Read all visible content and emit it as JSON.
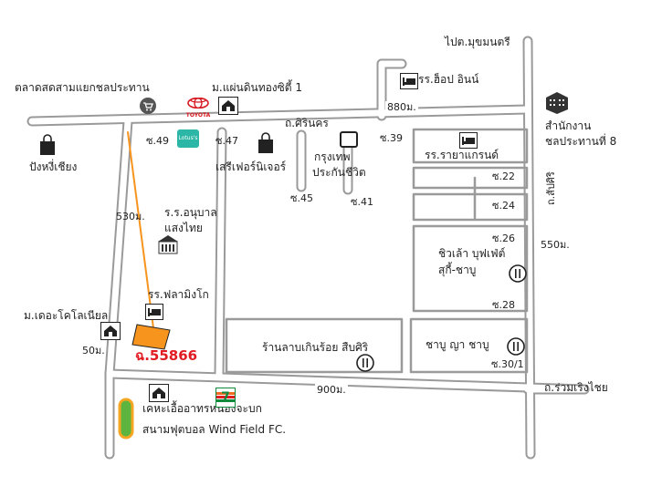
{
  "labels": {
    "to_mukdahan": "ไปต.มุขมนตรี",
    "market": "ตลาดสดสามแยกชลประทาน",
    "village_paendin": "ม.แผ่นดินทองซิตี้ 1",
    "hotel_top": "รร.ฮ็อป อินน์",
    "dist_880": "880ม.",
    "soi_sirinakhon": "ถ.ศิรินคร",
    "office_name": "สำนักงาน",
    "office_name2": "ชลประทานที่ 8",
    "soi_49": "ซ.49",
    "soi_47": "ซ.47",
    "soi_39": "ซ.39",
    "hotel_raya": "รร.รายาแกรนด์",
    "bakery": "ปังหงี่เชียง",
    "furniture": "เสรีเฟอร์นิเจอร์",
    "krungthep_life": "กรุงเทพ",
    "krungthep_life2": "ประกันชีวิต",
    "soi_22": "ซ.22",
    "soi_24": "ซ.24",
    "soi_45": "ซ.45",
    "soi_41": "ซ.41",
    "road_sapsiri": "ถ.สัปศิริ",
    "dist_530": "530ม.",
    "kindergarten": "ร.ร.อนุบาล",
    "kindergarten2": "แสงไทย",
    "soi_26": "ซ.26",
    "dist_550": "550ม.",
    "buffet": "ชิวเล้า บุฟเฟ่ต์",
    "buffet2": "สุกี้-ชาบู",
    "hotel_flamingo": "รร.ฟลามิงโก",
    "soi_28": "ซ.28",
    "village_colonial": "ม.เดอะโคโลเนียล",
    "restaurant_lab": "ร้านลาบเกินร้อย สืบศิริ",
    "shabu": "ชาบู ญา ชาบู",
    "dist_50": "50ม.",
    "plot_code": "ฉ.55866",
    "soi_30_1": "ซ.30/1",
    "dist_900": "900ม.",
    "road_ruamruengchai": "ถ.ร่วมเริงไชย",
    "apartment": "เคหะเอื้ออาทรหนองจะบก",
    "football": "สนามฟุตบอล Wind Field FC.",
    "toyota_text": "TOYOTA",
    "lotus_text": "Lotus's",
    "seven_text": "7"
  },
  "colors": {
    "road_fill": "#ffffff",
    "road_stroke": "#9a9a9a",
    "plot_fill": "#f7941d",
    "plot_label": "#e11b22",
    "lotus_teal": "#2bb6a5",
    "toyota_red": "#d71920",
    "seven_green": "#118a3e",
    "seven_orange": "#f26b22",
    "seven_red": "#e11b22",
    "field_green": "#5db53f",
    "field_border": "#f5a623"
  },
  "icons": [
    "cart-icon",
    "toyota-logo",
    "house-icon",
    "bed-icon",
    "office-building-icon",
    "shopping-bag-icon",
    "lotus-logo",
    "square-marker-icon",
    "school-icon",
    "restaurant-icon",
    "seven-eleven-logo",
    "football-field-icon"
  ]
}
